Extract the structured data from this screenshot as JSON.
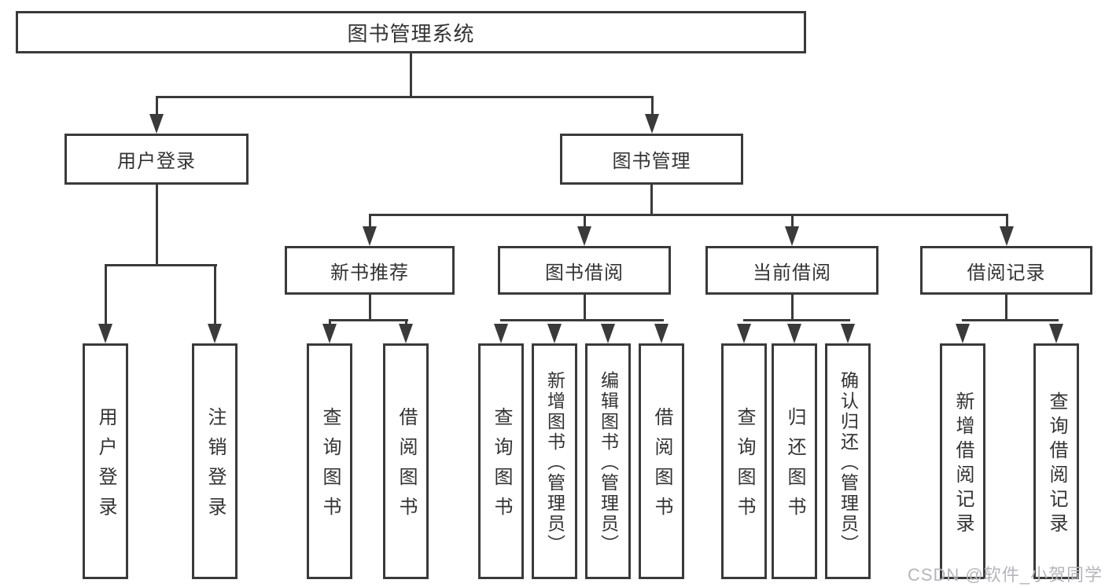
{
  "diagram": {
    "root": {
      "label": "图书管理系统"
    },
    "level2": [
      {
        "label": "用户登录",
        "children": [
          {
            "label": "用户登录"
          },
          {
            "label": "注销登录"
          }
        ]
      },
      {
        "label": "图书管理",
        "children": [
          {
            "label": "新书推荐",
            "children": [
              {
                "label": "查询图书"
              },
              {
                "label": "借阅图书"
              }
            ]
          },
          {
            "label": "图书借阅",
            "children": [
              {
                "label": "查询图书"
              },
              {
                "label": "新增图书（管理员）"
              },
              {
                "label": "编辑图书（管理员）"
              },
              {
                "label": "借阅图书"
              }
            ]
          },
          {
            "label": "当前借阅",
            "children": [
              {
                "label": "查询图书"
              },
              {
                "label": "归还图书"
              },
              {
                "label": "确认归还（管理员）"
              }
            ]
          },
          {
            "label": "借阅记录",
            "children": [
              {
                "label": "新增借阅记录"
              },
              {
                "label": "查询借阅记录"
              }
            ]
          }
        ]
      }
    ]
  },
  "watermark": {
    "text": "CSDN @软件_小贺同学"
  },
  "colors": {
    "line": "#3a3a3a",
    "text": "#333333",
    "watermark": "#b5b5bb",
    "background": "#ffffff"
  }
}
